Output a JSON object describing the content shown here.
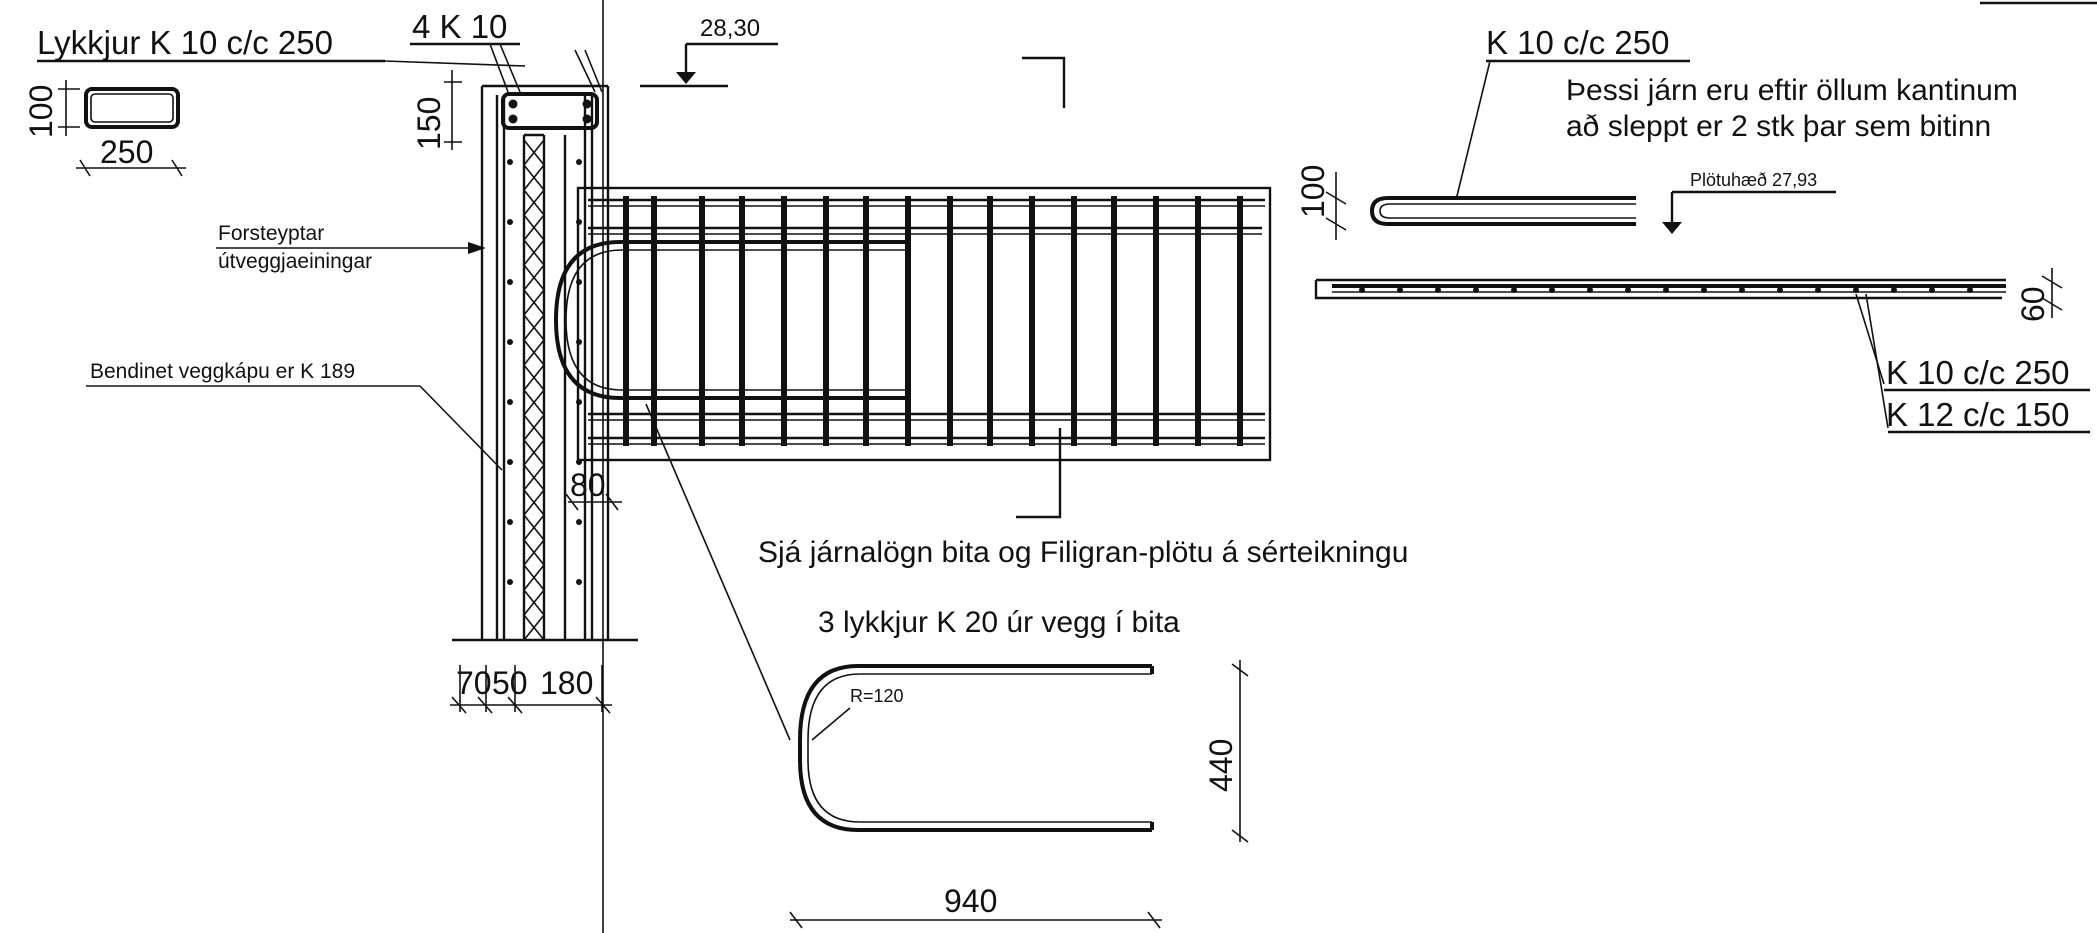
{
  "notes": {
    "loop_label": "Lykkjur K 10 c/c 250",
    "top_bars_label": "4 K 10",
    "level_top": "28,30",
    "precast_label_1": "Forsteyptar",
    "precast_label_2": "útveggjaeiningar",
    "mesh_label": "Bendinet veggkápu er K 189",
    "see_drawing": "Sjá járnalögn bita og Filigran-plötu á sérteikningu",
    "loops_from_wall": "3 lykkjur K 20  úr vegg í bita",
    "radius": "R=120",
    "right_bar_label": "K 10 c/c 250",
    "right_note_1": "Þessi járn eru eftir öllum kantinum",
    "right_note_2": "að sleppt er 2 stk þar sem bitinn",
    "slab_level": "Plötuhæð 27,93",
    "slab_bar_top": "K 10 c/c 250",
    "slab_bar_bottom": "K 12 c/c 150"
  },
  "dimensions": {
    "loop_height": "100",
    "loop_width": "250",
    "top_cover": "150",
    "beam_gap": "80",
    "wall_a": "70",
    "wall_b": "50",
    "wall_c": "180",
    "u_bar_height": "440",
    "u_bar_length": "940",
    "hairpin_height": "100",
    "slab_thickness": "60"
  }
}
